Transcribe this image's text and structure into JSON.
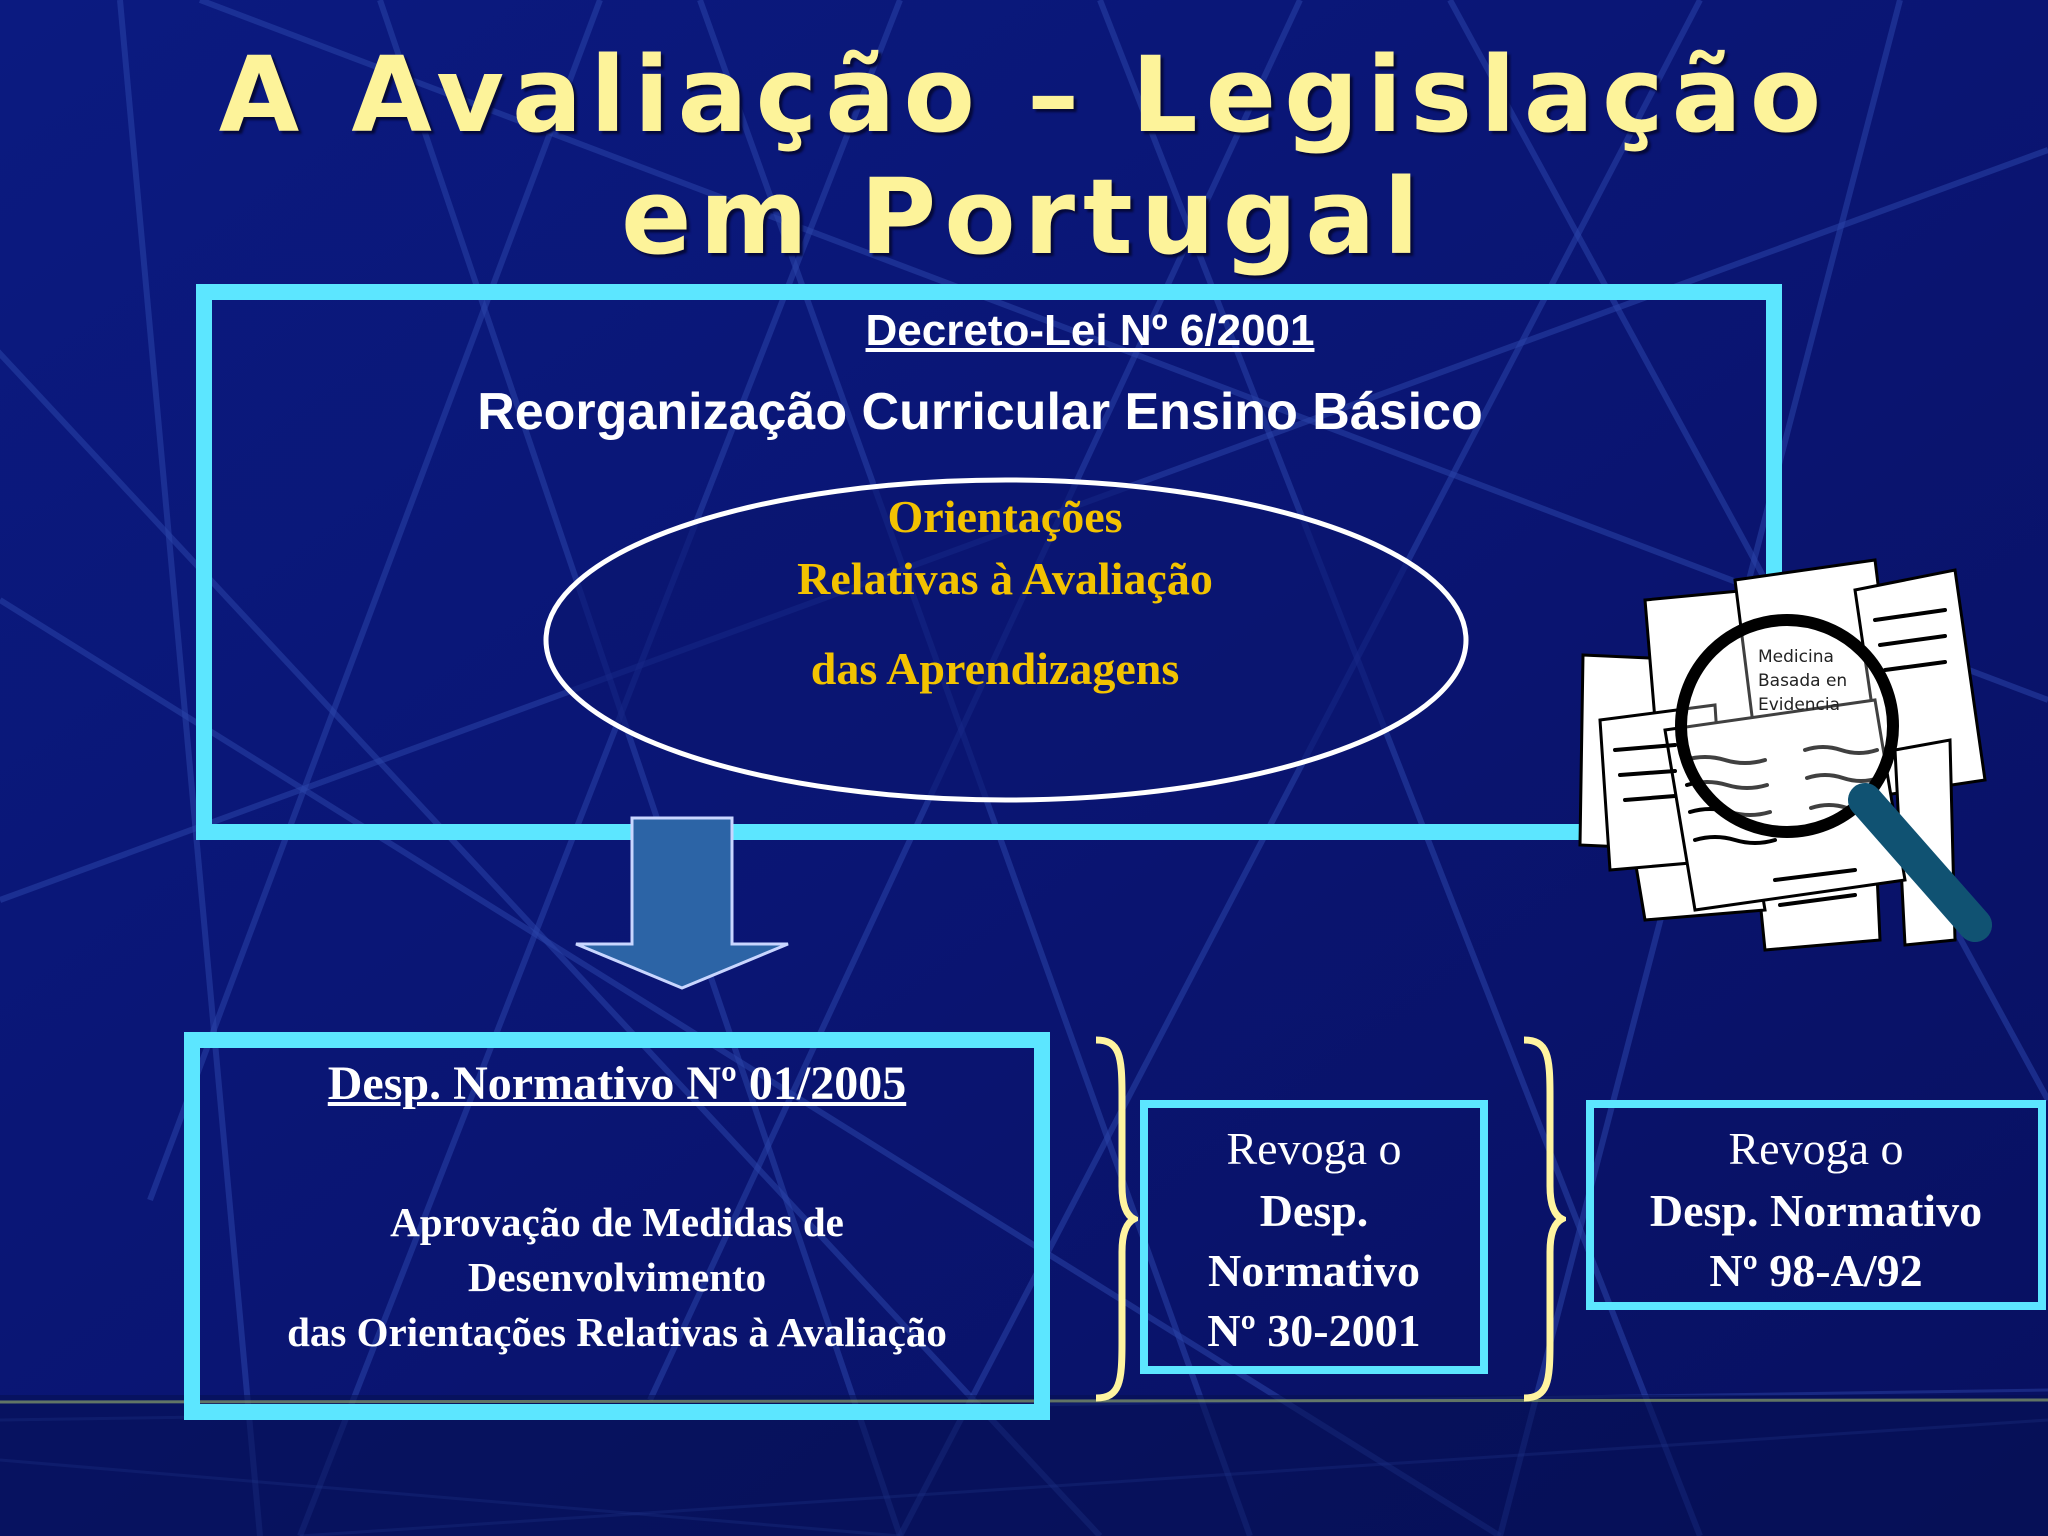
{
  "title": {
    "line1": "A Avaliação – Legislação",
    "line2": "em Portugal"
  },
  "decreto": {
    "heading": "Decreto-Lei Nº 6/2001",
    "subtitle": "Reorganização Curricular Ensino Básico",
    "ellipse": {
      "line1": "Orientações",
      "line2": "Relativas à  Avaliação",
      "line3": "das Aprendizagens"
    }
  },
  "despacho": {
    "heading": "Desp. Normativo Nº 01/2005",
    "line1": "Aprovação de Medidas de",
    "line2": "Desenvolvimento",
    "line3": "das Orientações Relativas à Avaliação"
  },
  "revoga1": {
    "line1": "Revoga o",
    "line2": "Desp.",
    "line3": "Normativo",
    "line4": "Nº 30-2001"
  },
  "revoga2": {
    "line1": "Revoga o",
    "line2": "Desp. Normativo",
    "line3": "Nº 98-A/92"
  },
  "clipart": {
    "paper_text_1": "Medicina",
    "paper_text_2": "Basada en",
    "paper_text_3": "Evidencia",
    "icon": "magnifying-glass-icon"
  },
  "colors": {
    "background": "#0a1570",
    "title": "#fdf39a",
    "box_border": "#5ce6ff",
    "ellipse_text": "#f2c200",
    "arrow": "#2c64a6",
    "brace": "#fff4a0"
  }
}
